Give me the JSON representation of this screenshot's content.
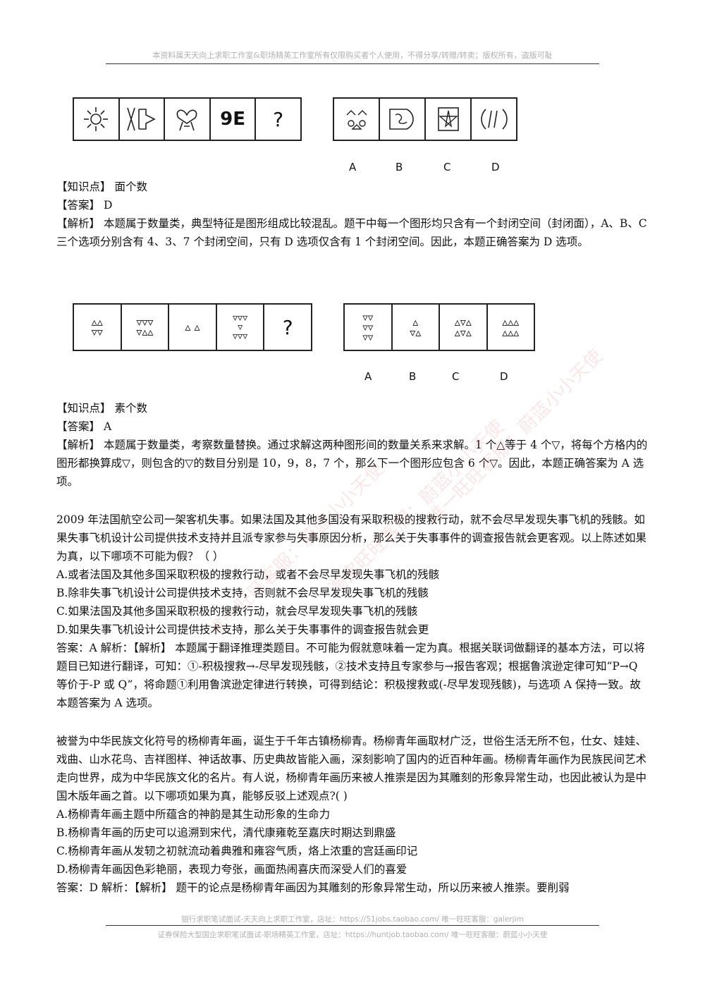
{
  "header": {
    "note": "本资料属天天向上求职工作室&职场精英工作室所有仅限购买者个人使用，不得分享/转赠/转卖；版权所有，盗版可耻"
  },
  "q1": {
    "stem_cells": [
      "☼",
      "",
      "♡",
      "9E",
      "?"
    ],
    "option_letters": [
      "A",
      "B",
      "C",
      "D"
    ],
    "kp_label": "【知识点】",
    "kp_value": "面个数",
    "ans_label": "【答案】",
    "ans_value": "D",
    "exp_label": "【解析】",
    "exp_text": "本题属于数量类，典型特征是图形组成比较混乱。题干中每一个图形均只含有一个封闭空间（封闭面），A、B、C 三个选项分别含有 4、3、7 个封闭空间，只有 D 选项仅含有 1 个封闭空间。因此，本题正确答案为 D 选项。"
  },
  "q2": {
    "stem_cells": [
      "▵▵\n▿▿",
      "▿▿▿\n▿▵▵",
      "▵ ▵",
      "▿▿▿\n▿\n▿▿▿",
      "?"
    ],
    "option_cells": [
      "▿▿\n▿▿\n▿▿",
      "▵\n▿▵",
      "▵▿▵\n▵▿▵",
      "▵▵▵\n▵▵▵"
    ],
    "option_letters": [
      "A",
      "B",
      "C",
      "D"
    ],
    "kp_label": "【知识点】",
    "kp_value": "素个数",
    "ans_label": "【答案】",
    "ans_value": "A",
    "exp_label": "【解析】",
    "exp_text": "本题属于数量类，考察数量替换。通过求解这两种图形间的数量关系来求解。1 个△等于 4 个▽，将每个方格内的图形都换算成▽，则包含的▽的数目分别是 10，9，8，7 个，那么下一个图形应包含 6 个▽。因此，本题正确答案为 A 选项。"
  },
  "q3": {
    "stem": "2009 年法国航空公司一架客机失事。如果法国及其他多国没有采取积极的搜救行动，就不会尽早发现失事飞机的残骸。如果失事飞机设计公司提供技术支持并且派专家参与失事原因分析，那么关于失事事件的调查报告就会更客观。以上陈述如果为真，以下哪项不可能为假？（ ）",
    "options": [
      "A.或者法国及其他多国采取积极的搜救行动，或者不会尽早发现失事飞机的残骸",
      "B.除非失事飞机设计公司提供技术支持，否则就不会尽早发现失事飞机的残骸",
      "C.如果法国及其他多国采取积极的搜救行动，就会尽早发现失事飞机的残骸",
      "D.如果失事飞机设计公司提供技术支持，那么关于失事事件的调查报告就会更"
    ],
    "answer": "答案：A 解析：【解析】 本题属于翻译推理类题目。不可能为假就意味着一定为真。根据关联词做翻译的基本方法，可以将题目已知进行翻译，可知：①-积极搜救→-尽早发现残骸，②技术支持且专家参与→报告客观；根据鲁滨逊定律可知“P→Q 等价于-P 或 Q”，将命题①利用鲁滨逊定律进行转换，可得到结论：积极搜救或(-尽早发现残骸)，与选项 A 保持一致。故本题答案为 A 选项。"
  },
  "q4": {
    "stem": "被誉为中华民族文化符号的杨柳青年画，诞生于千年古镇杨柳青。杨柳青年画取材广泛，世俗生活无所不包，仕女、娃娃、戏曲、山水花鸟、吉祥图样、神话故事、历史典故皆能入画，深刻影响了国内的近百种年画。杨柳青年画作为民族民间艺术走向世界，成为中华民族文化的名片。有人说，杨柳青年画历来被人推崇是因为其雕刻的形象异常生动，也因此被认为是中国木版年画之首。以下哪项如果为真，能够反驳上述观点?( )",
    "options": [
      "A.杨柳青年画主题中所蕴含的神韵是其生动形象的生命力",
      "B.杨柳青年画的历史可以追溯到宋代，清代康雍乾至嘉庆时期达到鼎盛",
      "C.杨柳青年画从发轫之初就流动着典雅和雍容气质，烙上浓重的宫廷画印记",
      "D.杨柳青年画因色彩艳丽，表现力夸张，画面热闹喜庆而深受人们的喜爱"
    ],
    "answer": "答案：D 解析：【解析】 题干的论点是杨柳青年画因为其雕刻的形象异常生动，所以历来被人推崇。要削弱"
  },
  "footer": {
    "line1": "银行求职笔试面试-天天向上求职工作室，店址：https://51jobs.taobao.com/ 唯一旺旺客服：galerjim",
    "line2": "证券保险大型国企求职笔试面试-职场精英工作室，店址：https://huntjob.taobao.com/ 唯一旺旺客服：蔚蓝小小天使"
  },
  "watermarks": [
    "唯一旺旺客服：蔚蓝小小天使",
    "淘宝旺旺客服：蔚蓝小小天使",
    "唯一旺旺客服：蔚蓝小小天使"
  ]
}
